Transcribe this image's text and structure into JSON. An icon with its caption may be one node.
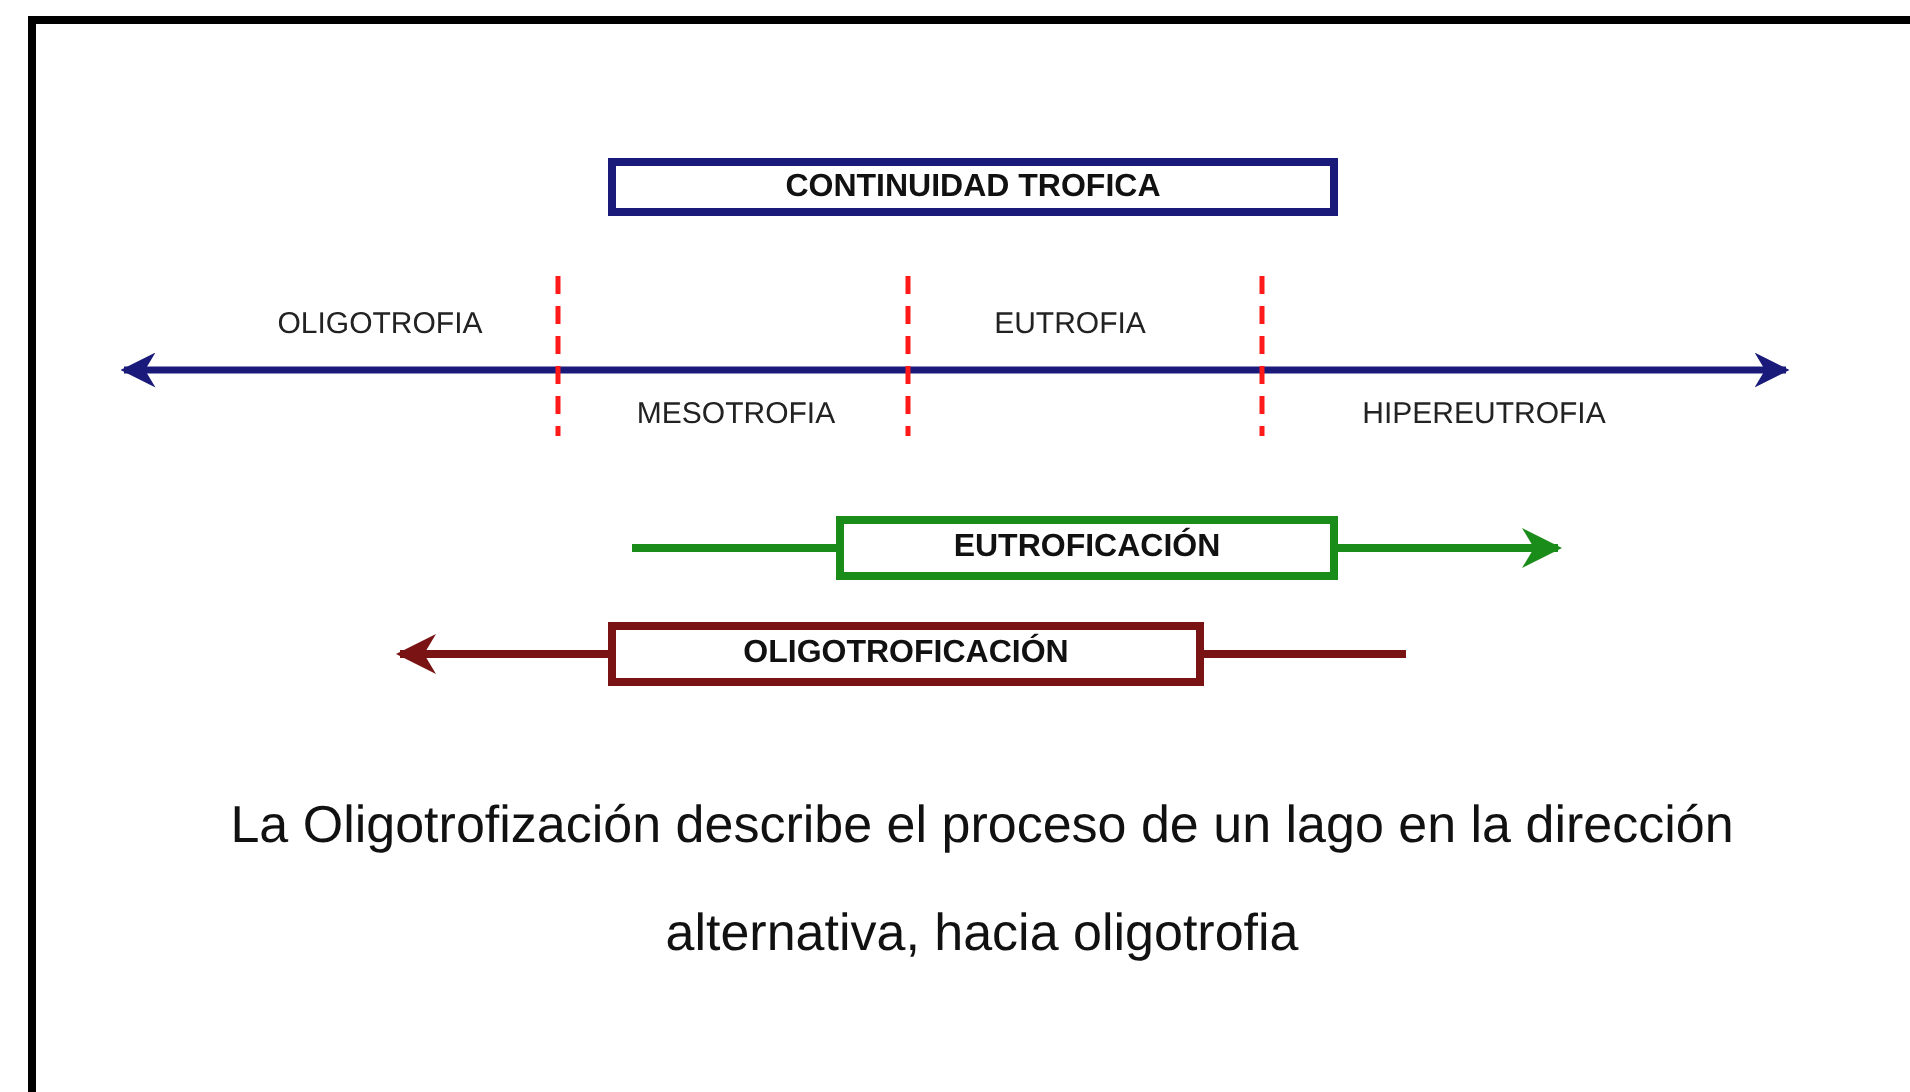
{
  "diagram": {
    "caption": "La Oligotrofización describe el proceso de un lago en la dirección alternativa, hacia oligotrofia",
    "nodes": [
      {
        "text": [
          "CONTINUIDAD TROFICA"
        ]
      },
      {
        "text": [
          "EUTROFICACIÓN"
        ]
      },
      {
        "text": [
          "OLIGOTROFICACIÓN"
        ]
      }
    ],
    "edges": [
      {
        "from": null,
        "to": 1,
        "arrow": "none",
        "color": "#1a8c1a"
      },
      {
        "from": 1,
        "to": null,
        "arrow": "to",
        "color": "#1a8c1a"
      },
      {
        "from": 2,
        "to": null,
        "arrow": "to",
        "color": "#7a1414"
      },
      {
        "from": null,
        "to": 2,
        "arrow": "none",
        "color": "#7a1414"
      }
    ],
    "labels": [
      "OLIGOTROFIA",
      "EUTROFIA",
      "MESOTROFIA",
      "HIPEREUTROFIA"
    ]
  }
}
